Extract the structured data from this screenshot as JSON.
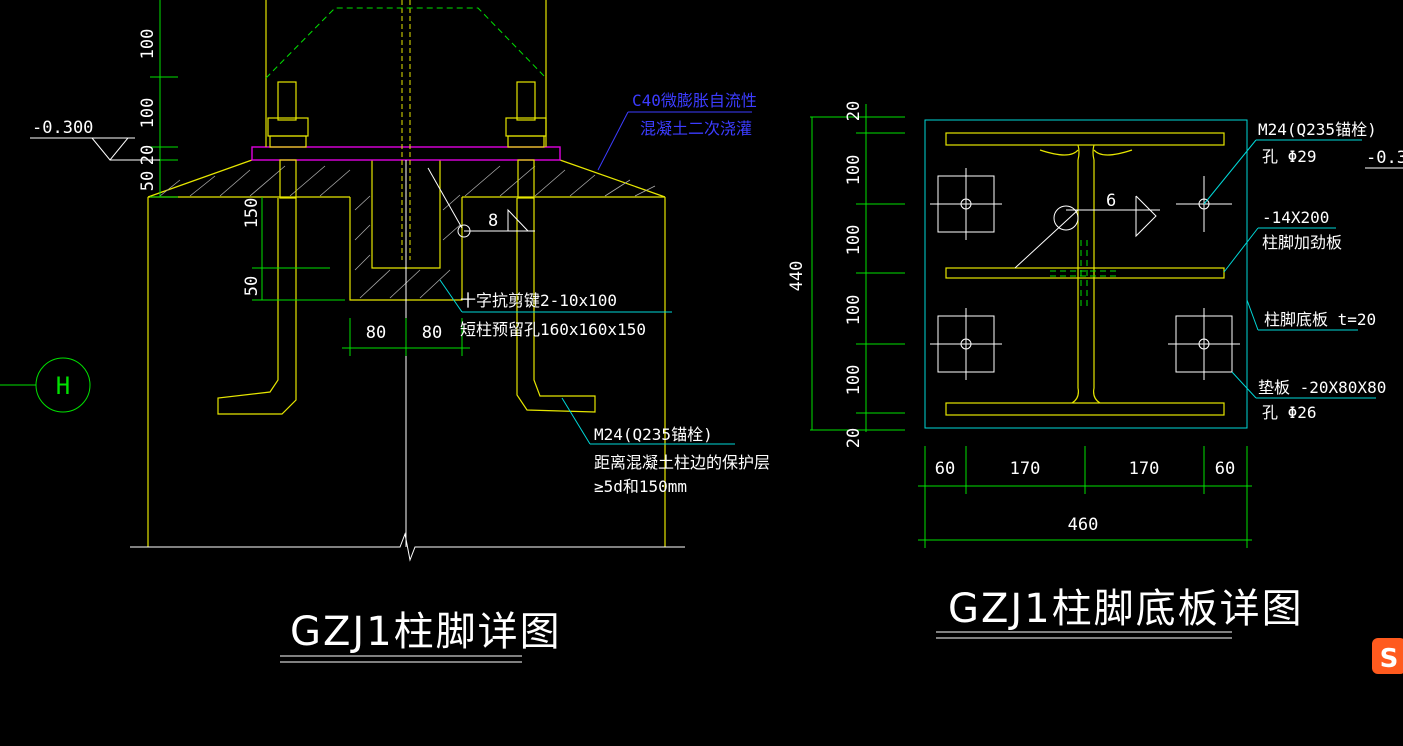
{
  "left_detail": {
    "title": "GZJ1柱脚详图",
    "elevation": "-0.300",
    "vertical_dims": [
      "100",
      "100",
      "20",
      "50",
      "150",
      "50"
    ],
    "horizontal_dims": [
      "80",
      "80"
    ],
    "grout_note_line1": "C40微膨胀自流性",
    "grout_note_line2": "混凝土二次浇灌",
    "weld_size": "8",
    "shear_key_note": "十字抗剪键2-10x100",
    "pocket_note": "短柱预留孔160x160x150",
    "anchor_note_line1": "M24(Q235锚栓)",
    "anchor_note_line2": "距离混凝土柱边的保护层",
    "anchor_note_line3": "≥5d和150mm",
    "axis_label": "H"
  },
  "right_detail": {
    "title": "GZJ1柱脚底板详图",
    "elevation": "-0.3",
    "vertical_dims": [
      "20",
      "100",
      "100",
      "100",
      "100",
      "20"
    ],
    "overall_height": "440",
    "horizontal_dims": [
      "60",
      "170",
      "170",
      "60"
    ],
    "overall_width": "460",
    "weld_size": "6",
    "anchor_label": "M24(Q235锚栓)",
    "anchor_hole": "孔 Φ29",
    "stiffener_label": "-14X200",
    "stiffener_name": "柱脚加劲板",
    "baseplate_label": "柱脚底板 t=20",
    "washer_label": "垫板 -20X80X80",
    "washer_hole": "孔 Φ26"
  },
  "watermark": "S"
}
